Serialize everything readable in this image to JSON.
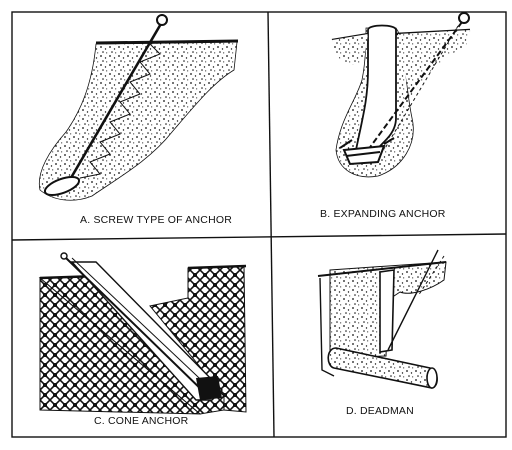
{
  "panels": [
    {
      "id": "a",
      "caption": "A. SCREW TYPE OF ANCHOR"
    },
    {
      "id": "b",
      "caption": "B. EXPANDING ANCHOR"
    },
    {
      "id": "c",
      "caption": "C. CONE ANCHOR"
    },
    {
      "id": "d",
      "caption": "D. DEADMAN"
    }
  ],
  "colors": {
    "ink": "#111111",
    "paper": "#ffffff"
  }
}
